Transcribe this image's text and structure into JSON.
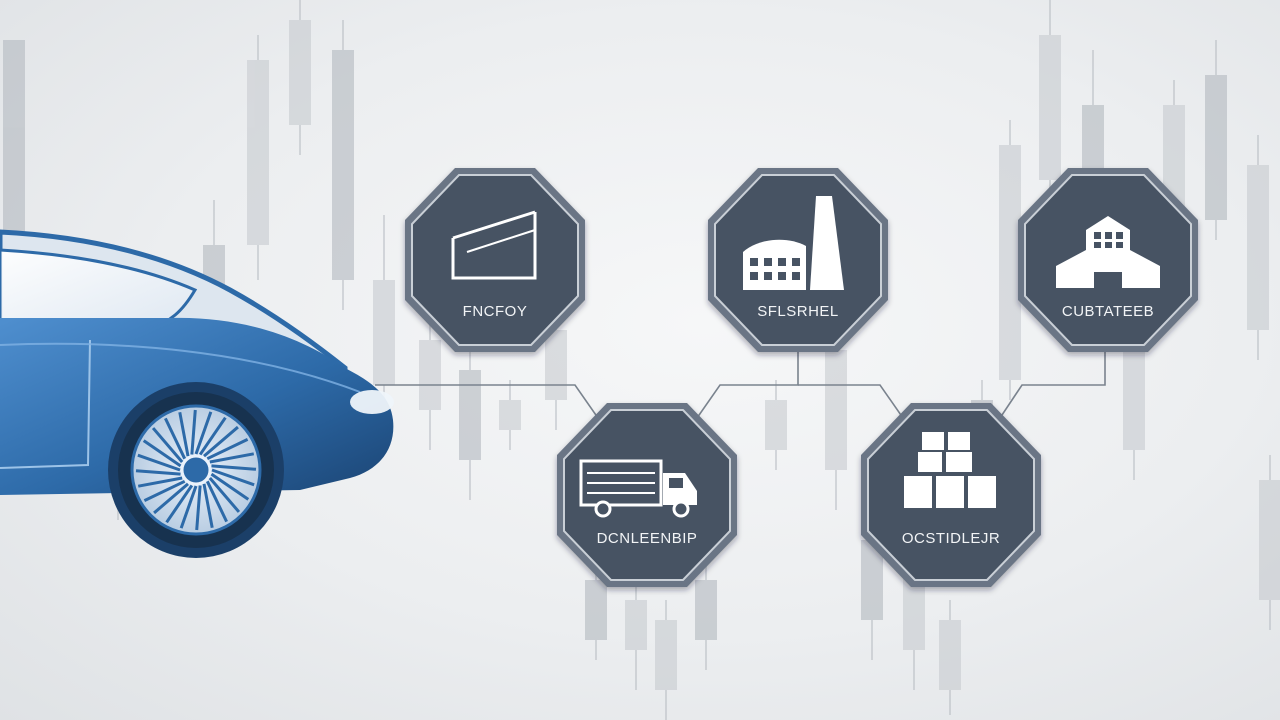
{
  "colors": {
    "background": "#eceef0",
    "node_fill": "#465263",
    "node_border": "#c9cfd6",
    "node_border_outer": "#6b7585",
    "icon_stroke": "#ffffff",
    "connector": "#7a838e",
    "candles": "#b9bec4",
    "car_body": "#2d6aa8",
    "car_dark": "#1b4473",
    "car_light": "#4f8fcf"
  },
  "nodes": [
    {
      "id": "factory",
      "label": "FNCFOY",
      "icon": "factory-ramp-icon"
    },
    {
      "id": "supplier",
      "label": "SFLSRHEL",
      "icon": "plant-with-chimney-icon"
    },
    {
      "id": "customer",
      "label": "CUBTATEEB",
      "icon": "warehouse-building-icon"
    },
    {
      "id": "dealership",
      "label": "DCNLEENBIP",
      "icon": "delivery-truck-icon"
    },
    {
      "id": "distributor",
      "label": "OCSTIDLEJR",
      "icon": "stacked-boxes-icon"
    }
  ]
}
